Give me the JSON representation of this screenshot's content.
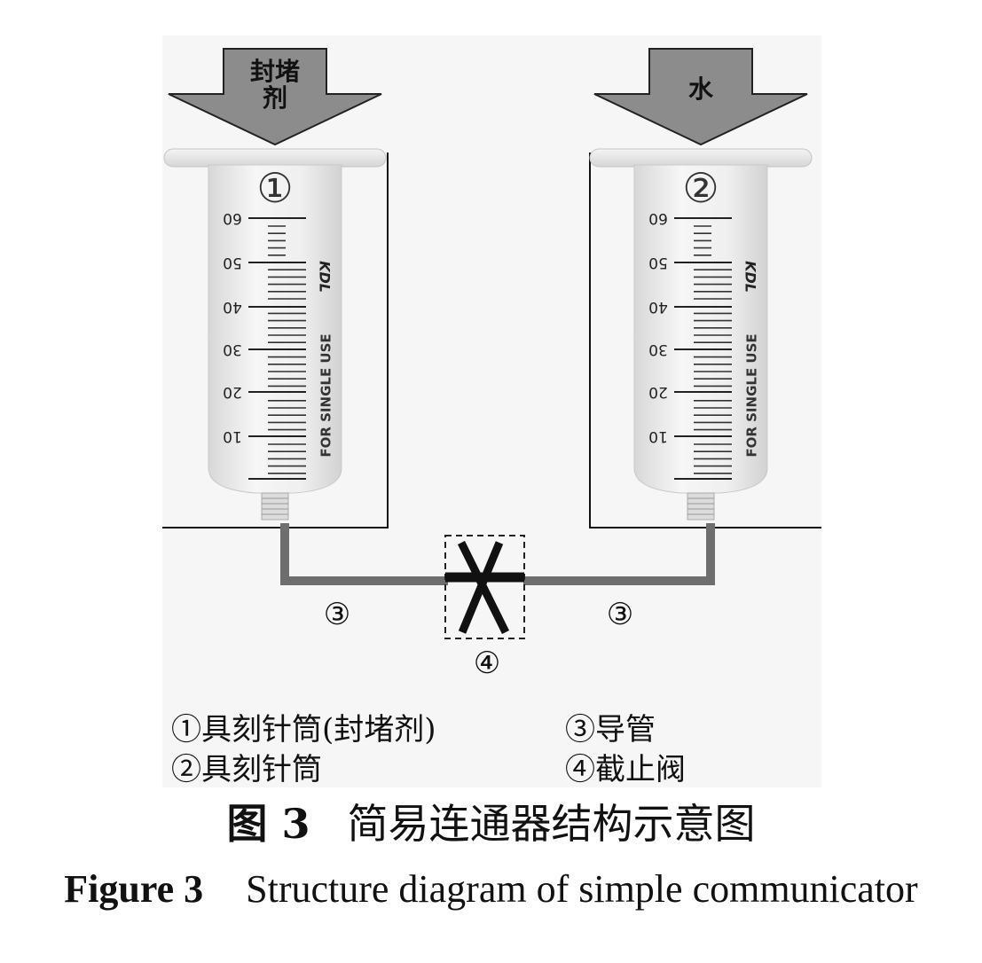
{
  "syringes": [
    {
      "id": "1",
      "circled_number": "①",
      "arrow_label_lines": [
        "封堵",
        "剂"
      ],
      "scale_labels": [
        "60",
        "50",
        "40",
        "30",
        "20",
        "10"
      ],
      "brand": "KDL",
      "vertical_text": "FOR SINGLE USE"
    },
    {
      "id": "2",
      "circled_number": "②",
      "arrow_label_lines": [
        "水"
      ],
      "scale_labels": [
        "60",
        "50",
        "40",
        "30",
        "20",
        "10"
      ],
      "brand": "KDL",
      "vertical_text": "FOR SINGLE USE"
    }
  ],
  "tube_labels": [
    "③",
    "③"
  ],
  "valve_label": "④",
  "legend": {
    "row1_left": "①具刻针筒(封堵剂)",
    "row1_right": "③导管",
    "row2_left": "②具刻针筒",
    "row2_right": "④截止阀"
  },
  "caption_cn": {
    "label": "图 3",
    "text": "简易连通器结构示意图"
  },
  "caption_en": {
    "label": "Figure 3",
    "text": "Structure diagram of simple communicator"
  },
  "colors": {
    "arrow_fill": "#8c8c8c",
    "tube": "#6e6e6e",
    "syringe_barrel": "#ececec",
    "background_panel": "#f4f4f4",
    "line": "#111111"
  }
}
